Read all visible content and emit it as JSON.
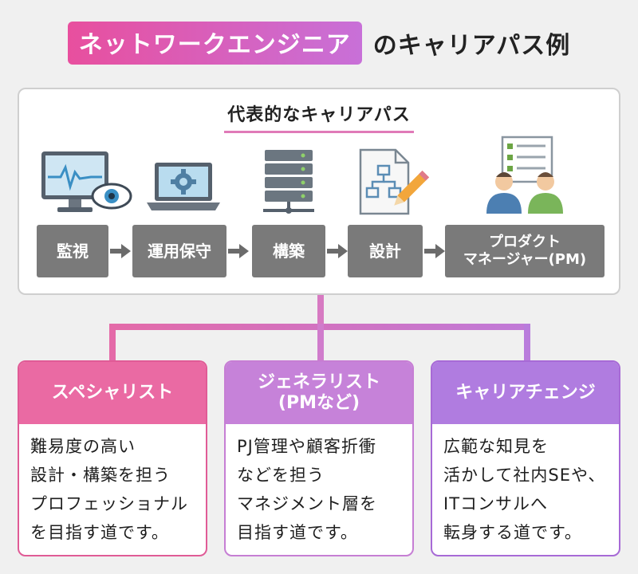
{
  "title": {
    "highlight": "ネットワークエンジニア",
    "rest": "のキャリアパス例"
  },
  "panel": {
    "heading": "代表的なキャリアパス",
    "steps": [
      {
        "label": "監視",
        "icon": "monitor-eye-icon"
      },
      {
        "label": "運用保守",
        "icon": "laptop-gear-icon"
      },
      {
        "label": "構築",
        "icon": "server-rack-icon"
      },
      {
        "label": "設計",
        "icon": "design-document-icon"
      },
      {
        "label_line1": "プロダクト",
        "label_line2": "マネージャー(PM)",
        "icon": "team-checklist-icon"
      }
    ]
  },
  "branches": [
    {
      "title": "スペシャリスト",
      "lines": [
        "難易度の高い",
        "設計・構築を担う",
        "プロフェッショナル",
        "を目指す道です。"
      ]
    },
    {
      "title_line1": "ジェネラリスト",
      "title_line2": "(PMなど)",
      "lines": [
        "PJ管理や顧客折衝",
        "などを担う",
        "マネジメント層を",
        "目指す道です。"
      ]
    },
    {
      "title": "キャリアチェンジ",
      "lines": [
        "広範な知見を",
        "活かして社内SEや、",
        "ITコンサルへ",
        "転身する道です。"
      ]
    }
  ],
  "colors": {
    "pink": "#ea6aa3",
    "violet": "#c682d9",
    "purple": "#b07ce0",
    "step_gray": "#7a7a7a"
  }
}
